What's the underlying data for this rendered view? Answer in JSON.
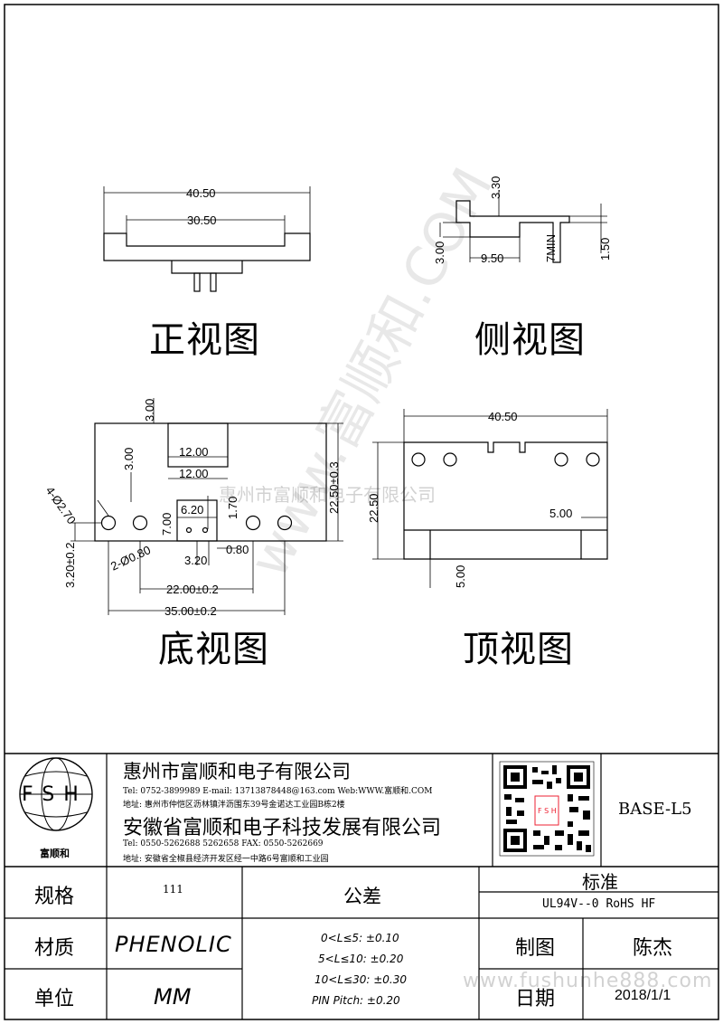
{
  "views": {
    "front": {
      "title": "正视图",
      "dims": [
        "40.50",
        "30.50"
      ]
    },
    "side": {
      "title": "侧视图",
      "dims": [
        "3.30",
        "3.00",
        "9.50",
        "7MIN",
        "1.50"
      ]
    },
    "bottom": {
      "title": "底视图",
      "dims": [
        "3.00",
        "3.00",
        "12.00",
        "12.00",
        "6.20",
        "1.70",
        "7.00",
        "4-Ø2.70",
        "2-Ø0.80",
        "3.20",
        "0.80",
        "22.50±0.3",
        "3.20±0.2",
        "22.00±0.2",
        "35.00±0.2"
      ]
    },
    "top": {
      "title": "顶视图",
      "dims": [
        "40.50",
        "22.50",
        "5.00",
        "5.00"
      ]
    }
  },
  "watermark": {
    "diagonal": "www.富顺和.COM",
    "line": "惠州市富顺和电子有限公司",
    "bottom": "www.fushunhe888.com"
  },
  "title_block": {
    "logo_letters": "FSH",
    "logo_caption": "富顺和",
    "company1": "惠州市富顺和电子有限公司",
    "company1_contact": "Tel:  0752-3899989  E-mail: 13713878448@163.com  Web:WWW.富顺和.COM",
    "company1_address": "地址: 惠州市仲恺区沥林镇泮沥围东39号金诺达工业园B栋2楼",
    "company2": "安徽省富顺和电子科技发展有限公司",
    "company2_contact": "Tel:    0550-5262688  5262658      FAX:  0550-5262669",
    "company2_address": "地址: 安徽省全椒县经济开发区经一中路6号富顺和工业园",
    "qr_caption": "F S H",
    "part_number": "BASE-L5",
    "spec_label": "规格",
    "spec_value": "111",
    "tolerance_label": "公差",
    "standard_label": "标准",
    "standard_value": "UL94V--0  RoHS HF",
    "material_label": "材质",
    "material_value": "PHENOLIC",
    "drawn_label": "制图",
    "drawn_value": "陈杰",
    "unit_label": "单位",
    "unit_value": "MM",
    "date_label": "日期",
    "date_value": "2018/1/1",
    "tolerances": [
      "0<L≤5: ±0.10",
      "5<L≤10: ±0.20",
      "10<L≤30: ±0.30",
      "PIN Pitch: ±0.20"
    ]
  }
}
